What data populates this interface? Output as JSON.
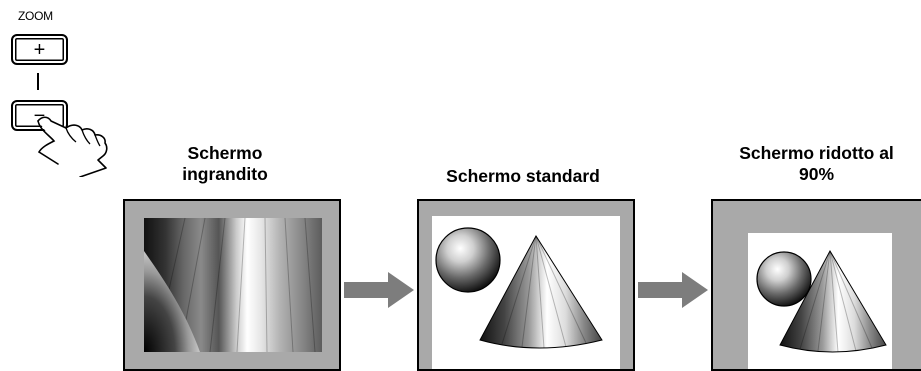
{
  "remote": {
    "zoom_label": "ZOOM",
    "plus_symbol": "+",
    "minus_symbol": "−"
  },
  "screens": [
    {
      "caption_line1": "Schermo",
      "caption_line2": "ingrandito"
    },
    {
      "caption_line1": "Schermo standard",
      "caption_line2": ""
    },
    {
      "caption_line1": "Schermo ridotto al",
      "caption_line2": "90%"
    }
  ],
  "colors": {
    "frame_gray": "#a9a9a9",
    "arrow_gray": "#7d7d7d",
    "border": "#000000"
  },
  "icons": [
    "pointing-hand-icon",
    "right-arrow-icon"
  ]
}
